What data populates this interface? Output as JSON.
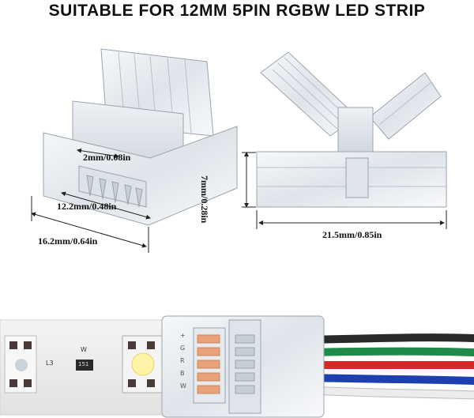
{
  "title": "SUITABLE FOR 12MM 5PIN RGBW LED STRIP",
  "dimensions": {
    "pin_pitch": "2mm/0.08in",
    "inner_width": "12.2mm/0.48in",
    "outer_width": "16.2mm/0.64in",
    "height": "7mm/0.28in",
    "length": "21.5mm/0.85in"
  },
  "pin_labels": [
    "+",
    "G",
    "R",
    "B",
    "W"
  ],
  "pcb": {
    "label_l3": "L3",
    "label_w": "W",
    "resistor_code": "151"
  },
  "wire_colors": [
    "#2a2a2a",
    "#1f8a4a",
    "#d22a2a",
    "#1d3fb0",
    "#f2f2f2"
  ]
}
